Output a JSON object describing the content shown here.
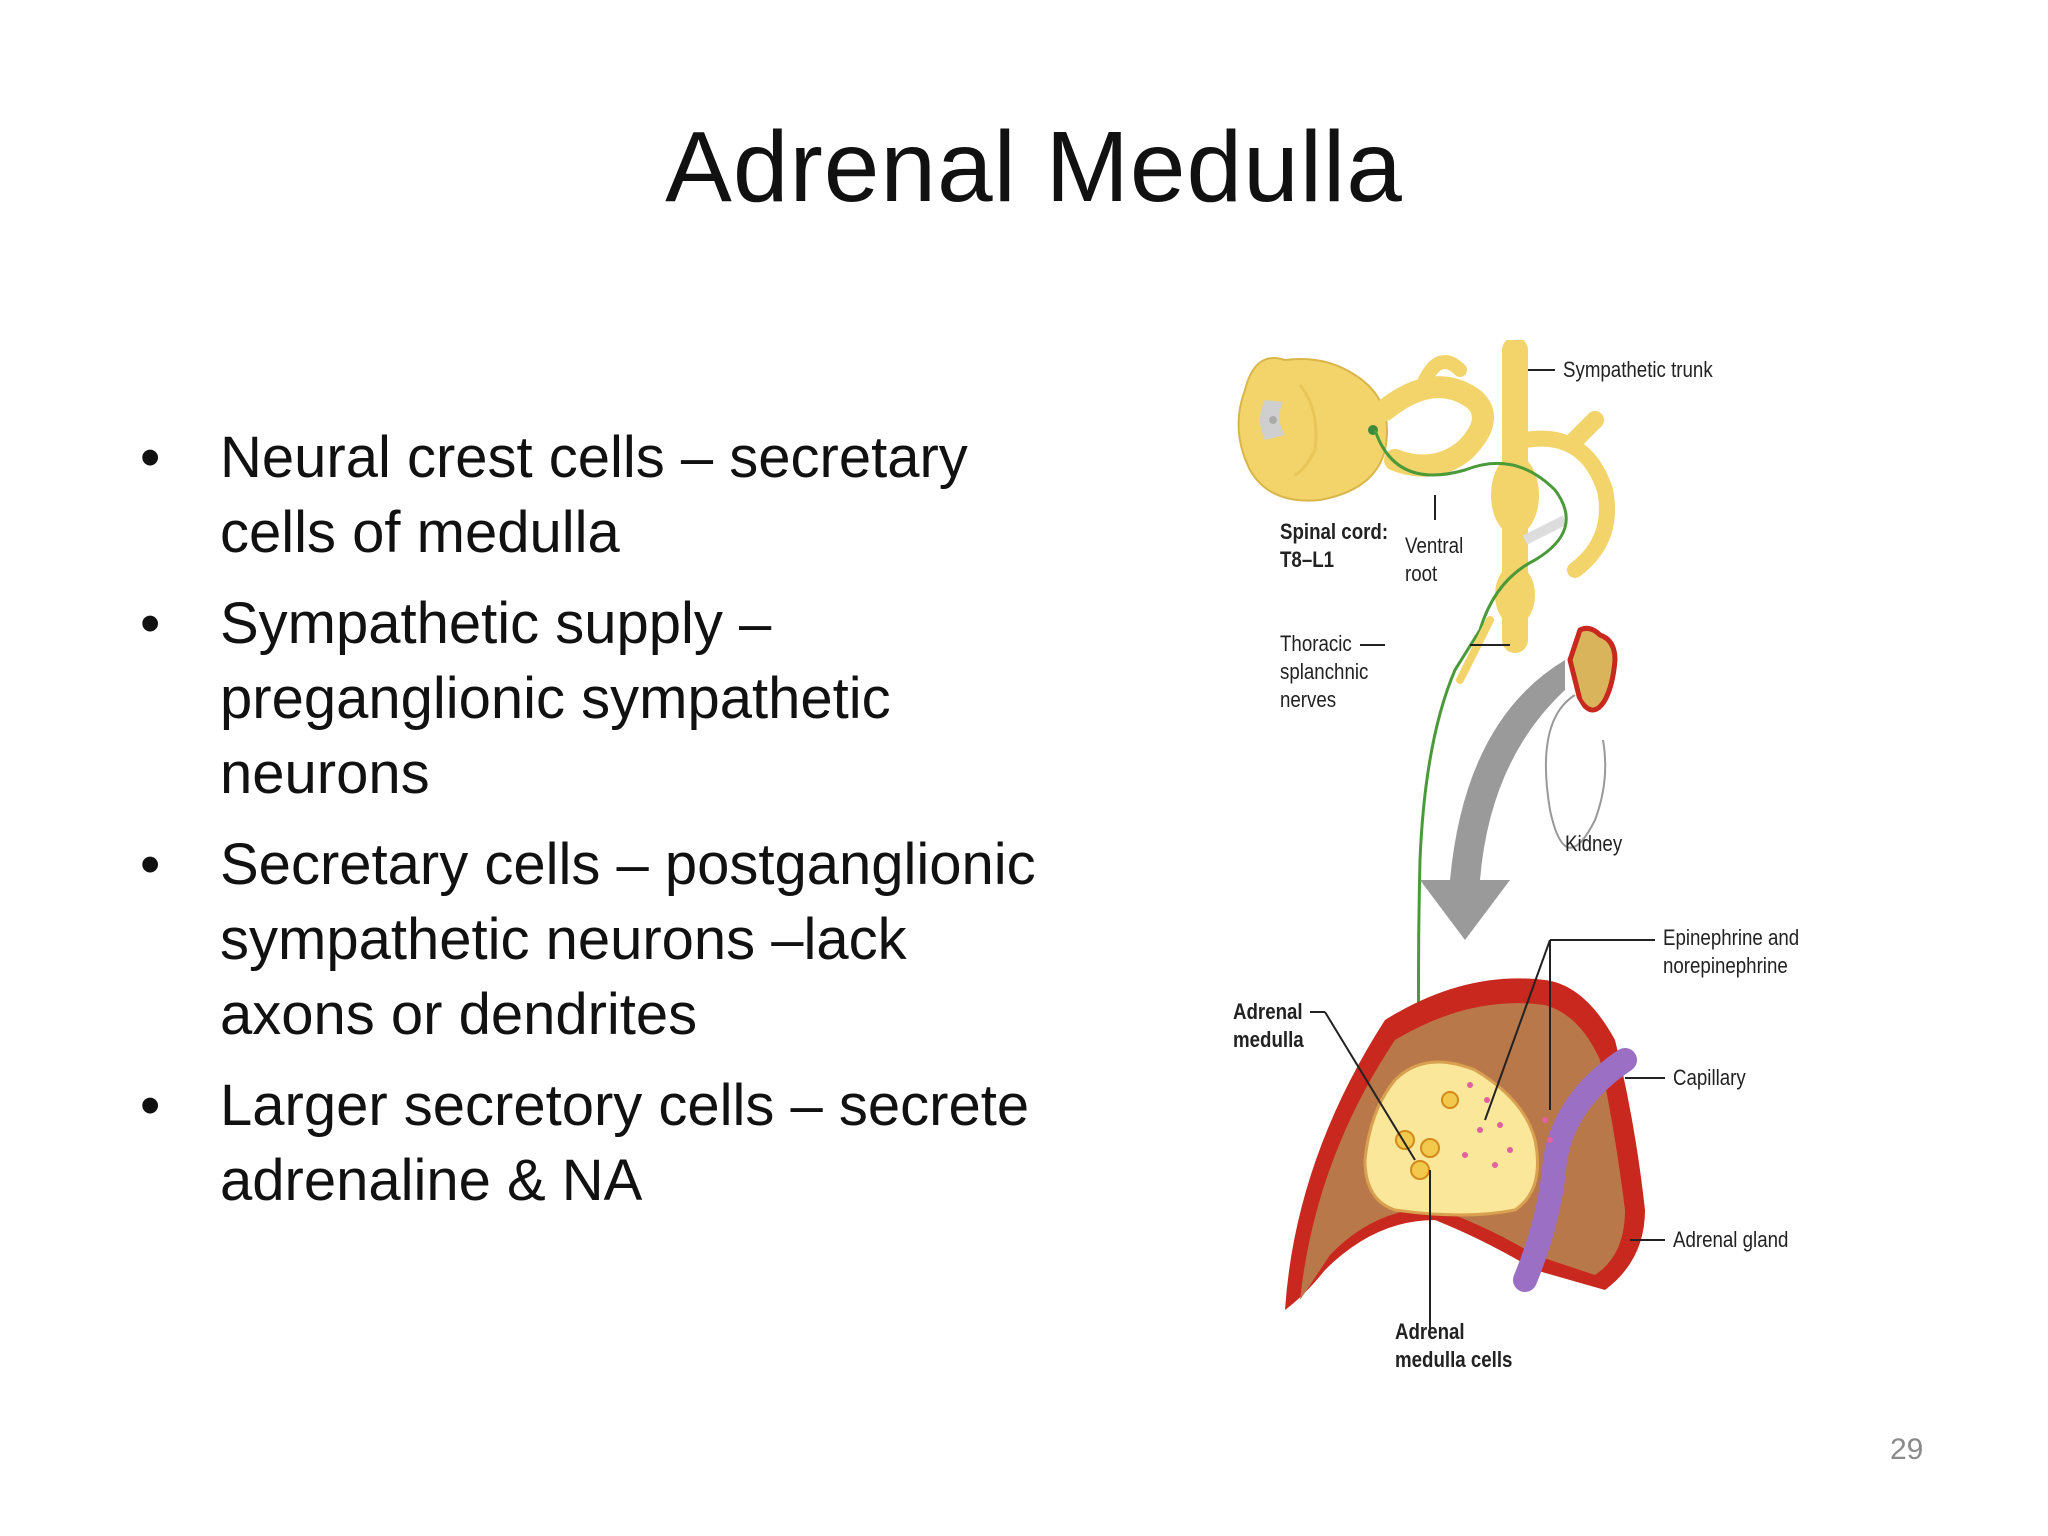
{
  "slide": {
    "title": "Adrenal Medulla",
    "bullets": [
      "Neural crest cells – secretary cells of medulla",
      "Sympathetic supply – preganglionic sympathetic neurons",
      "Secretary cells – postganglionic sympathetic neurons –lack axons or dendrites",
      "Larger secretory cells – secrete adrenaline & NA"
    ],
    "page_number": "29"
  },
  "figure": {
    "labels": {
      "sympathetic_trunk": "Sympathetic trunk",
      "spinal_cord": "Spinal cord:",
      "spinal_segments": "T8–L1",
      "ventral_root_1": "Ventral",
      "ventral_root_2": "root",
      "thoracic_1": "Thoracic",
      "thoracic_2": "splanchnic",
      "thoracic_3": "nerves",
      "kidney": "Kidney",
      "epinephrine_1": "Epinephrine and",
      "epinephrine_2": "norepinephrine",
      "adrenal_medulla_1": "Adrenal",
      "adrenal_medulla_2": "medulla",
      "capillary": "Capillary",
      "adrenal_gland": "Adrenal gland",
      "medulla_cells_1": "Adrenal",
      "medulla_cells_2": "medulla cells"
    },
    "colors": {
      "nerve_yellow": "#f2d46a",
      "nerve_green": "#4a9a3a",
      "cortex_brown": "#b9784a",
      "capsule_red": "#c8281e",
      "medulla_yellow": "#fbe79a",
      "vessel_purple": "#9a6fc4",
      "arrow_gray": "#9a9a9a"
    }
  }
}
